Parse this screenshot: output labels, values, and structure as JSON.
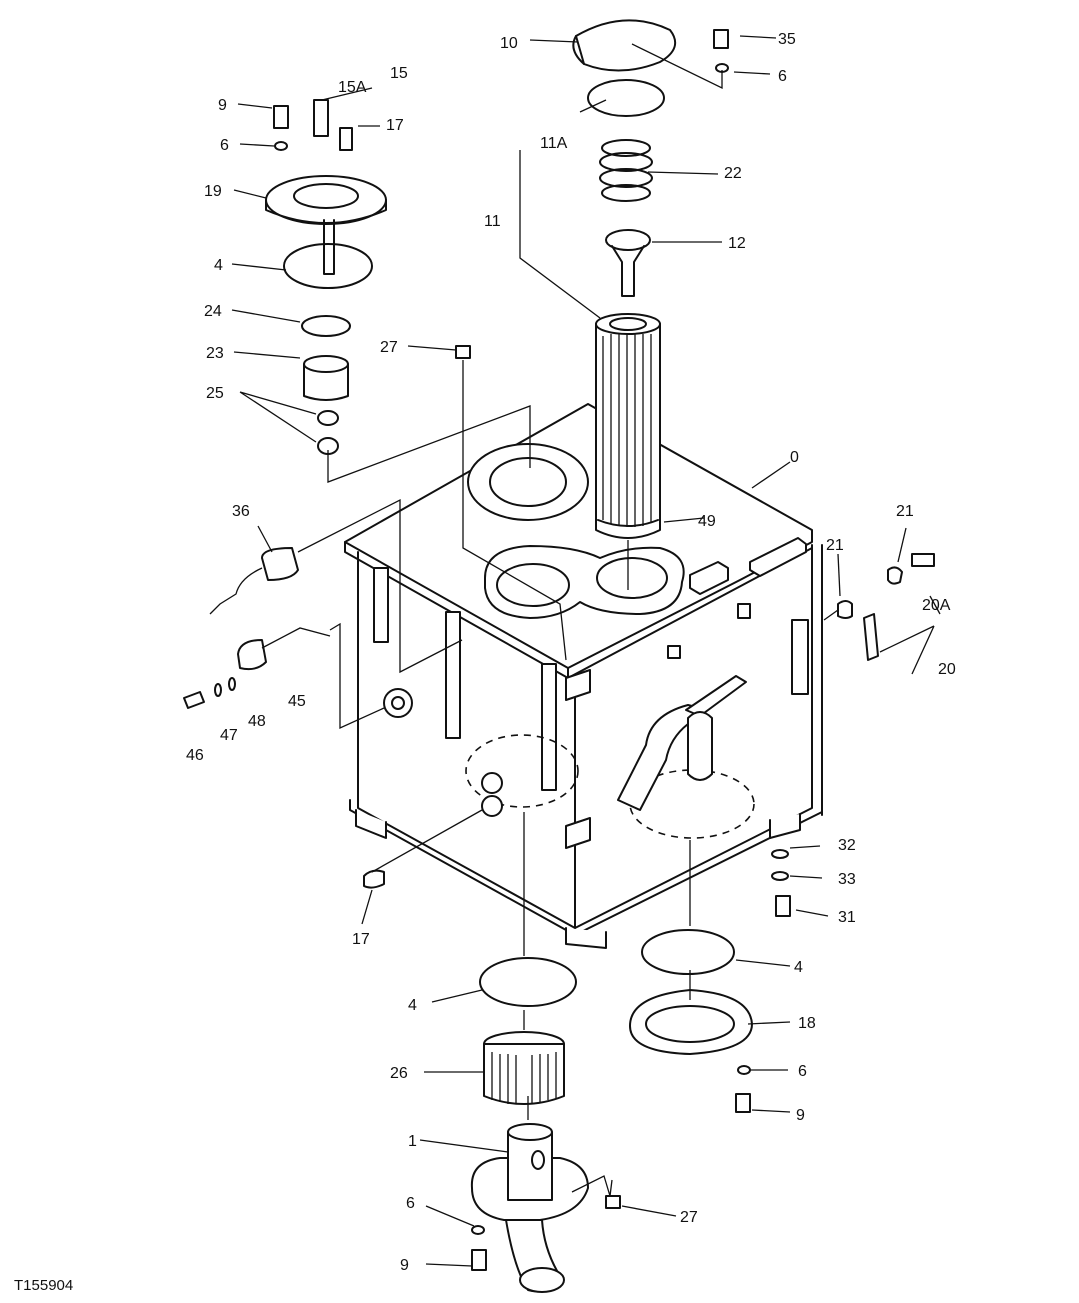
{
  "figure_id": "T155904",
  "labels": {
    "p0": "0",
    "p1": "1",
    "p4a": "4",
    "p4b": "4",
    "p4c": "4",
    "p6a": "6",
    "p6b": "6",
    "p6c": "6",
    "p6d": "6",
    "p9a": "9",
    "p9b": "9",
    "p9c": "9",
    "p10": "10",
    "p11": "11",
    "p11a": "11A",
    "p12": "12",
    "p15": "15",
    "p15a": "15A",
    "p17a": "17",
    "p17b": "17",
    "p18": "18",
    "p19": "19",
    "p20": "20",
    "p20a": "20A",
    "p21a": "21",
    "p21b": "21",
    "p22": "22",
    "p23": "23",
    "p24": "24",
    "p25": "25",
    "p26": "26",
    "p27a": "27",
    "p27b": "27",
    "p31": "31",
    "p32": "32",
    "p33": "33",
    "p35": "35",
    "p36": "36",
    "p45": "45",
    "p46": "46",
    "p47": "47",
    "p48": "48",
    "p49": "49"
  }
}
